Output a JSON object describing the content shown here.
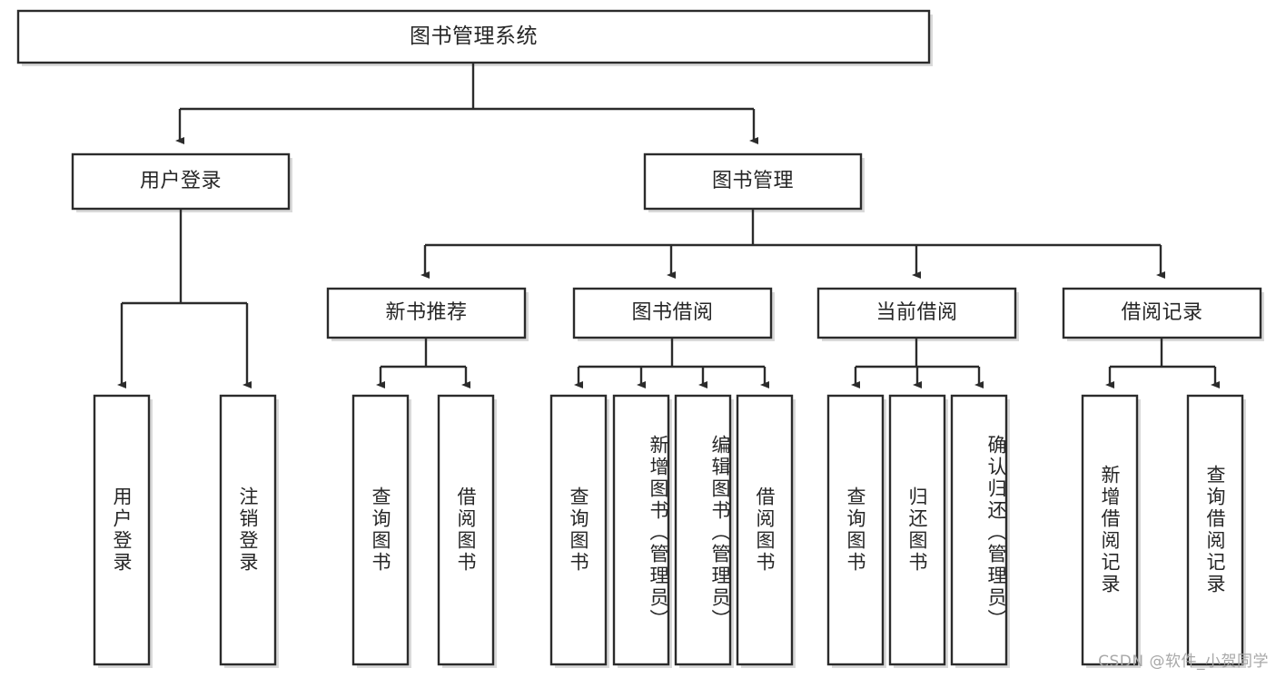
{
  "diagram": {
    "title": "图书管理系统",
    "watermark": "CSDN @软件_小贺同学",
    "levels": {
      "root": {
        "label": "图书管理系统"
      },
      "level2": [
        {
          "label": "用户登录"
        },
        {
          "label": "图书管理"
        }
      ],
      "level3": [
        {
          "label": "新书推荐"
        },
        {
          "label": "图书借阅"
        },
        {
          "label": "当前借阅"
        },
        {
          "label": "借阅记录"
        }
      ],
      "leaves": [
        {
          "label": "用户登录",
          "parent": "用户登录"
        },
        {
          "label": "注销登录",
          "parent": "用户登录"
        },
        {
          "label": "查询图书",
          "parent": "新书推荐"
        },
        {
          "label": "借阅图书",
          "parent": "新书推荐"
        },
        {
          "label": "查询图书",
          "parent": "图书借阅"
        },
        {
          "label": "新增图书（管理员）",
          "parent": "图书借阅"
        },
        {
          "label": "编辑图书（管理员）",
          "parent": "图书借阅"
        },
        {
          "label": "借阅图书",
          "parent": "图书借阅"
        },
        {
          "label": "查询图书",
          "parent": "当前借阅"
        },
        {
          "label": "归还图书",
          "parent": "当前借阅"
        },
        {
          "label": "确认归还（管理员）",
          "parent": "当前借阅"
        },
        {
          "label": "新增借阅记录",
          "parent": "借阅记录"
        },
        {
          "label": "查询借阅记录",
          "parent": "借阅记录"
        }
      ]
    },
    "colors": {
      "box_stroke": "#2b2b2b",
      "box_fill": "#ffffff",
      "text": "#262626",
      "watermark": "#a8a8a8",
      "background": "#ffffff"
    }
  }
}
